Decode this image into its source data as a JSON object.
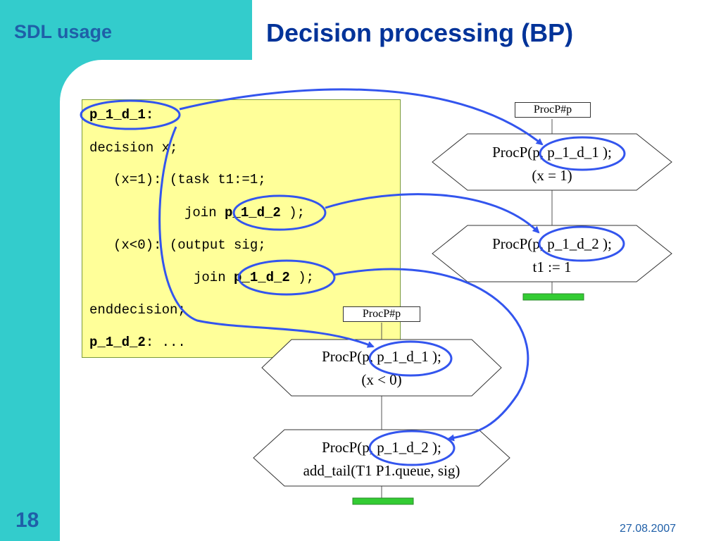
{
  "header": {
    "section": "SDL usage",
    "title": "Decision processing (BP)"
  },
  "footer": {
    "page_number": "18",
    "date": "27.08.2007"
  },
  "code": {
    "line1_label": "p_1_d_1",
    "line1_suffix": ":",
    "line2": "decision x;",
    "line3": "(x=1): (task t1:=1;",
    "line4_prefix": "join ",
    "line4_label": "p_1_d_2",
    "line4_suffix": " );",
    "line5": "(x<0): (output sig;",
    "line6_prefix": "join ",
    "line6_label": "p_1_d_2",
    "line6_suffix": " );",
    "line7": "enddecision;",
    "line8_label": "p_1_d_2",
    "line8_suffix": ": ..."
  },
  "diagram": {
    "right_tag": "ProcP#p",
    "right_block1_line1": "ProcP(p, p_1_d_1 );",
    "right_block1_line2": "(x = 1)",
    "right_block2_line1": "ProcP(p, p_1_d_2 );",
    "right_block2_line2": "t1 := 1",
    "left_tag": "ProcP#p",
    "left_block1_line1": "ProcP(p, p_1_d_1 );",
    "left_block1_line2": "(x < 0)",
    "left_block2_line1": "ProcP(p, p_1_d_2 );",
    "left_block2_line2": "add_tail(T1 P1.queue, sig)"
  },
  "colors": {
    "band": "#33cccc",
    "title": "#003399",
    "section": "#1f5fa8",
    "code_bg": "#ffff99",
    "highlight": "#3355ee",
    "terminator": "#33cc33"
  }
}
